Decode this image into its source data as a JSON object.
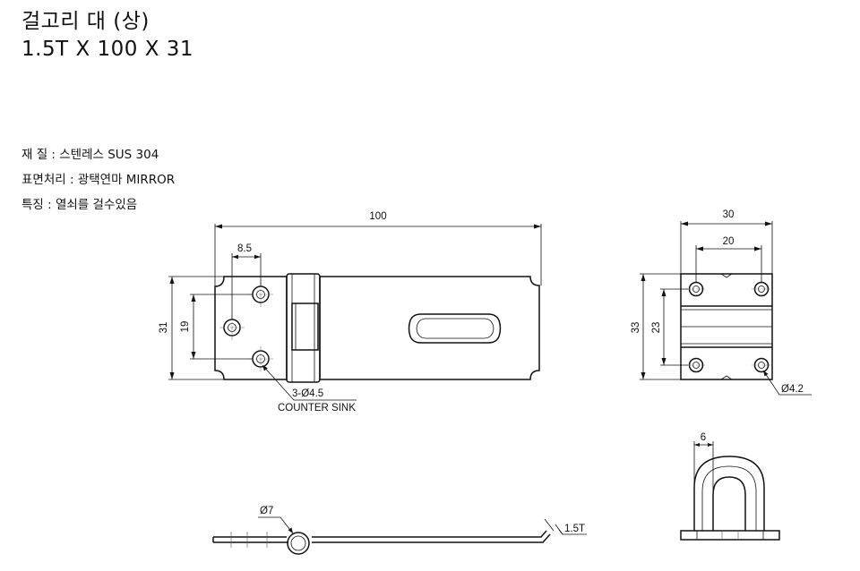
{
  "header": {
    "title": "걸고리 대 (상)",
    "size": "1.5T X 100 X 31"
  },
  "specs": {
    "material": "재 질 : 스텐레스 SUS 304",
    "surface": "표면처리 : 광택연마 MIRROR",
    "feature": "특징 : 열쇠를 걸수있음"
  },
  "front_view": {
    "dim_length": "100",
    "dim_hole_offset": "8.5",
    "dim_height": "31",
    "dim_hole_span": "19",
    "hole_note": "3-Ø4.5",
    "hole_note_2": "COUNTER SINK"
  },
  "staple_view": {
    "dim_width": "30",
    "dim_hole_span": "20",
    "dim_height": "33",
    "dim_hole_v_span": "23",
    "hole_note": "Ø4.2",
    "dim_loop": "6"
  },
  "side_view": {
    "dim_pin": "Ø7",
    "dim_thickness": "1.5T"
  }
}
